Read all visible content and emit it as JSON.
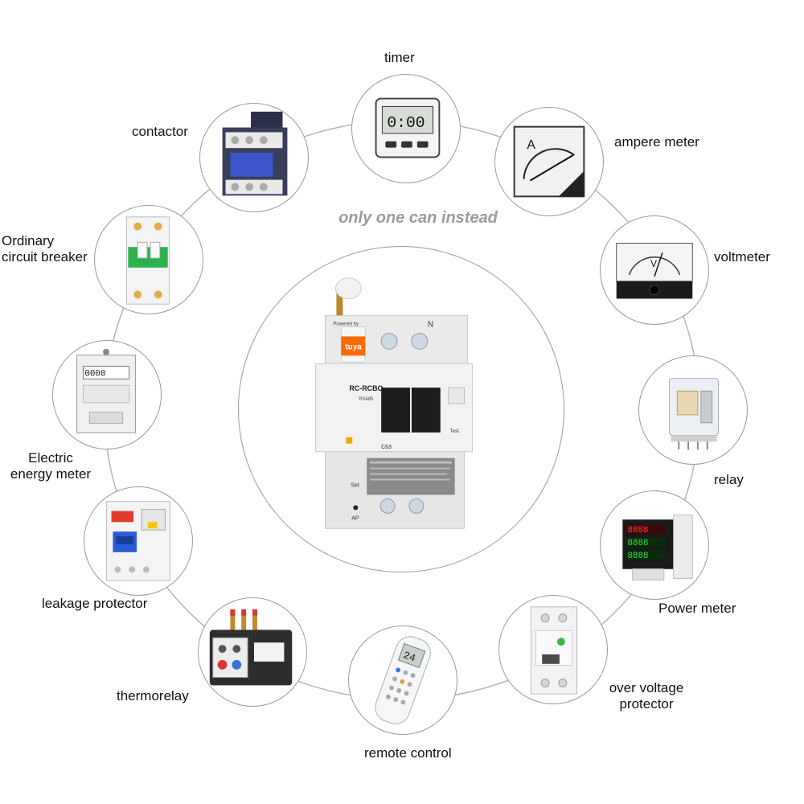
{
  "tagline": "only one can instead",
  "product": {
    "powered_by": "Powered by",
    "brand": "tuya",
    "model": "RC-RCBO",
    "port": "RS485",
    "rating": "C63",
    "neutral": "N",
    "set_label": "Set",
    "ap_label": "AP",
    "test_label": "Test"
  },
  "devices": [
    {
      "id": "timer",
      "label": "timer",
      "readout": "0:00"
    },
    {
      "id": "ampere-meter",
      "label": "ampere meter",
      "unit": "A"
    },
    {
      "id": "voltmeter",
      "label": "voltmeter",
      "unit": "V"
    },
    {
      "id": "relay",
      "label": "relay"
    },
    {
      "id": "power-meter",
      "label": "Power meter"
    },
    {
      "id": "over-voltage-protector",
      "label_line1": "over voltage",
      "label_line2": "protector"
    },
    {
      "id": "remote-control",
      "label": "remote control",
      "readout": "24"
    },
    {
      "id": "thermorelay",
      "label": "thermorelay"
    },
    {
      "id": "leakage-protector",
      "label": "leakage protector"
    },
    {
      "id": "electric-energy-meter",
      "label_line1": "Electric",
      "label_line2": "energy meter"
    },
    {
      "id": "ordinary-circuit-breaker",
      "label_line1": "Ordinary",
      "label_line2": "circuit breaker"
    },
    {
      "id": "contactor",
      "label": "contactor"
    }
  ]
}
